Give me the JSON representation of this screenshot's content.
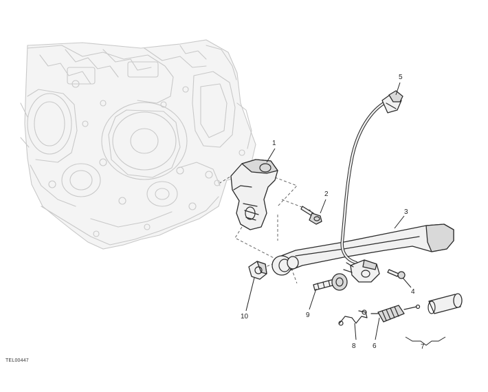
{
  "drawing_code": "TEL00447",
  "callouts": {
    "c1": "1",
    "c2": "2",
    "c3": "3",
    "c4": "4",
    "c5": "5",
    "c6": "6",
    "c7": "7",
    "c8": "8",
    "c9": "9",
    "c10": "10"
  }
}
